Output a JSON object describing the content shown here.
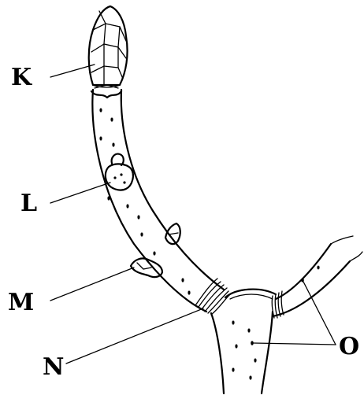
{
  "diagram": {
    "labels": {
      "K": "K",
      "L": "L",
      "M": "M",
      "N": "N",
      "O": "O"
    }
  }
}
